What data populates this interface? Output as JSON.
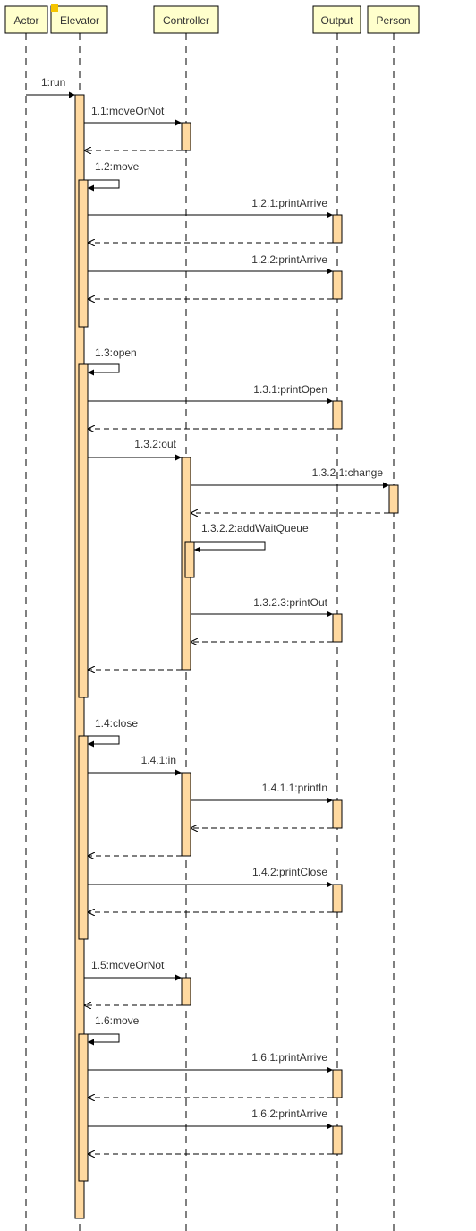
{
  "participants": [
    {
      "id": "actor",
      "label": "Actor"
    },
    {
      "id": "elevator",
      "label": "Elevator"
    },
    {
      "id": "controller",
      "label": "Controller"
    },
    {
      "id": "output",
      "label": "Output"
    },
    {
      "id": "person",
      "label": "Person"
    }
  ],
  "colors": {
    "header_fill": "#ffffcc",
    "activation_fill": "#ffd9a0",
    "line": "#000000",
    "note_marker": "#f5c400"
  },
  "messages": [
    {
      "id": "m1",
      "label": "1:run",
      "from": "actor",
      "to": "elevator",
      "kind": "call"
    },
    {
      "id": "m2",
      "label": "1.1:moveOrNot",
      "from": "elevator",
      "to": "controller",
      "kind": "call"
    },
    {
      "id": "m3",
      "label": "1.2:move",
      "from": "elevator",
      "to": "elevator",
      "kind": "self"
    },
    {
      "id": "m4",
      "label": "1.2.1:printArrive",
      "from": "elevator",
      "to": "output",
      "kind": "call"
    },
    {
      "id": "m5",
      "label": "1.2.2:printArrive",
      "from": "elevator",
      "to": "output",
      "kind": "call"
    },
    {
      "id": "m6",
      "label": "1.3:open",
      "from": "elevator",
      "to": "elevator",
      "kind": "self"
    },
    {
      "id": "m7",
      "label": "1.3.1:printOpen",
      "from": "elevator",
      "to": "output",
      "kind": "call"
    },
    {
      "id": "m8",
      "label": "1.3.2:out",
      "from": "elevator",
      "to": "controller",
      "kind": "call"
    },
    {
      "id": "m9",
      "label": "1.3.2.1:change",
      "from": "controller",
      "to": "person",
      "kind": "call"
    },
    {
      "id": "m10",
      "label": "1.3.2.2:addWaitQueue",
      "from": "controller",
      "to": "controller",
      "kind": "self"
    },
    {
      "id": "m11",
      "label": "1.3.2.3:printOut",
      "from": "controller",
      "to": "output",
      "kind": "call"
    },
    {
      "id": "m12",
      "label": "1.4:close",
      "from": "elevator",
      "to": "elevator",
      "kind": "self"
    },
    {
      "id": "m13",
      "label": "1.4.1:in",
      "from": "elevator",
      "to": "controller",
      "kind": "call"
    },
    {
      "id": "m14",
      "label": "1.4.1.1:printIn",
      "from": "controller",
      "to": "output",
      "kind": "call"
    },
    {
      "id": "m15",
      "label": "1.4.2:printClose",
      "from": "elevator",
      "to": "output",
      "kind": "call"
    },
    {
      "id": "m16",
      "label": "1.5:moveOrNot",
      "from": "elevator",
      "to": "controller",
      "kind": "call"
    },
    {
      "id": "m17",
      "label": "1.6:move",
      "from": "elevator",
      "to": "elevator",
      "kind": "self"
    },
    {
      "id": "m18",
      "label": "1.6.1:printArrive",
      "from": "elevator",
      "to": "output",
      "kind": "call"
    },
    {
      "id": "m19",
      "label": "1.6.2:printArrive",
      "from": "elevator",
      "to": "output",
      "kind": "call"
    }
  ]
}
